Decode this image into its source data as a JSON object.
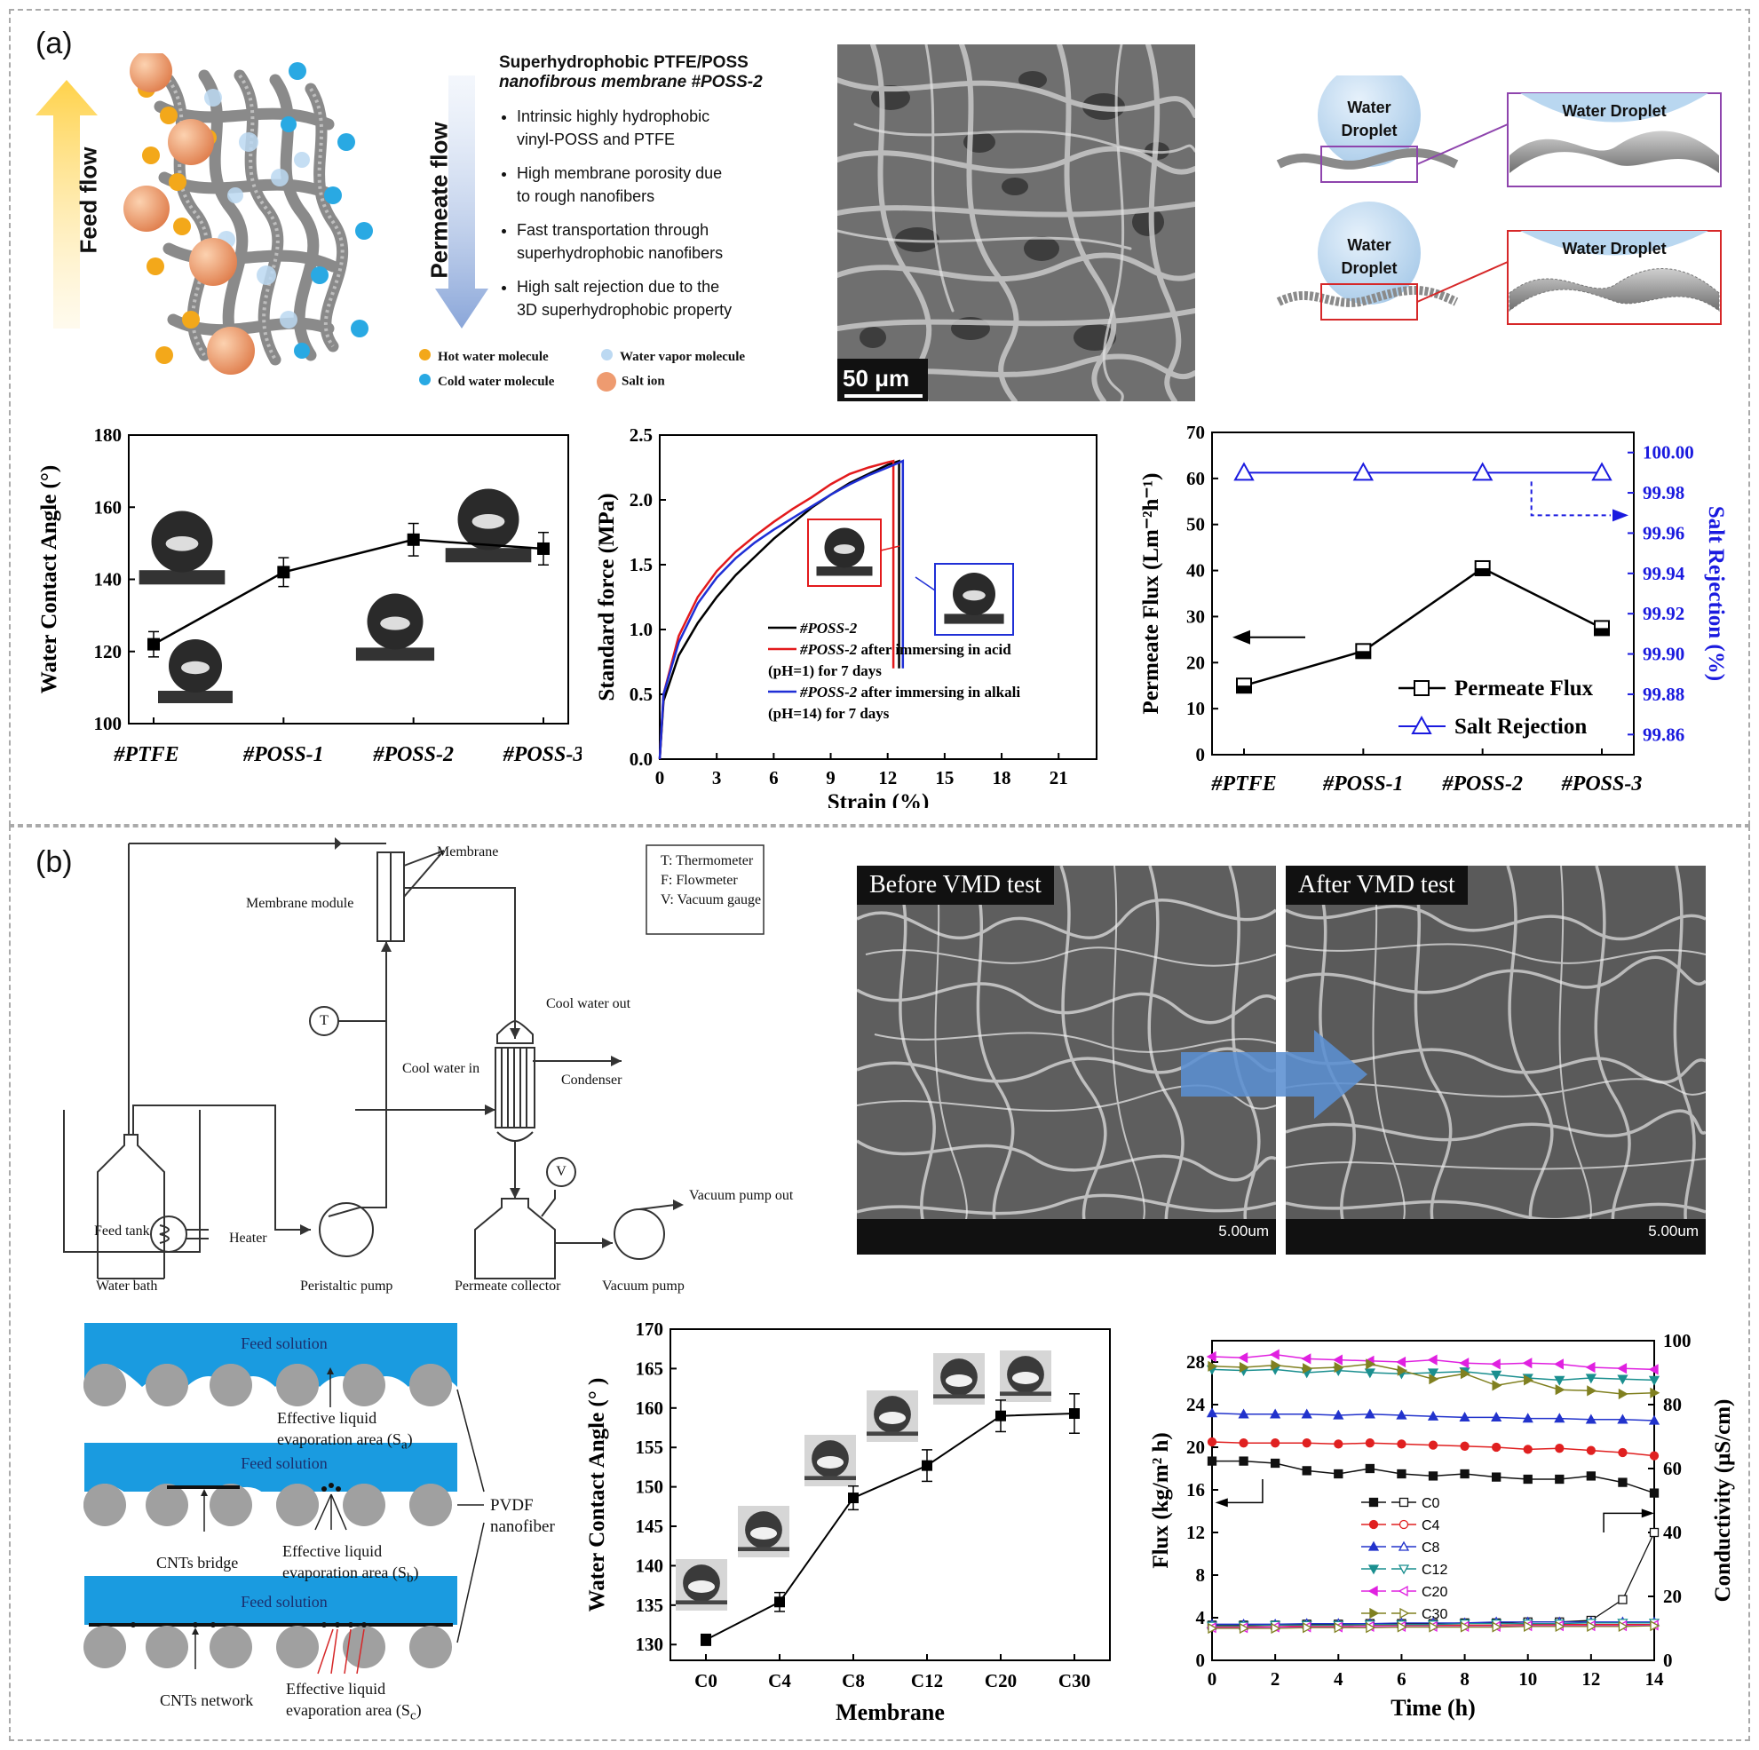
{
  "panel_a": {
    "label": "(a)",
    "feed_flow": "Feed flow",
    "permeate_flow": "Permeate flow",
    "title_line1": "Superhydrophobic PTFE/POSS",
    "title_line2": "nanofibrous membrane #POSS-2",
    "bullets": [
      [
        "Intrinsic highly hydrophobic",
        "vinyl-POSS and PTFE"
      ],
      [
        "High membrane porosity due",
        "to rough nanofibers"
      ],
      [
        "Fast transportation through",
        "superhydrophobic nanofibers"
      ],
      [
        "High salt rejection due to the",
        "3D superhydrophobic property"
      ]
    ],
    "legend": {
      "hot": "Hot water molecule",
      "vapor": "Water vapor molecule",
      "cold": "Cold water molecule",
      "salt": "Salt ion"
    },
    "sem_scale": "50 μm",
    "droplet": {
      "top_line1": "Water",
      "top_line2": "Droplet",
      "zoom": "Water Droplet"
    }
  },
  "panel_b": {
    "label": "(b)",
    "schematic": {
      "membrane": "Membrane",
      "membrane_module": "Membrane module",
      "legend_t": "T: Thermometer",
      "legend_f": "F: Flowmeter",
      "legend_v": "V: Vacuum gauge",
      "cool_out": "Cool water out",
      "cool_in": "Cool water in",
      "condenser": "Condenser",
      "t_symbol": "T",
      "v_symbol": "V",
      "vac_out": "Vacuum pump out",
      "feed_tank": "Feed tank",
      "heater": "Heater",
      "water_bath": "Water bath",
      "peristaltic": "Peristaltic pump",
      "collector": "Permeate collector",
      "vacuum_pump": "Vacuum pump"
    },
    "sem_before": "Before VMD test",
    "sem_after": "After VMD test",
    "sem_scale": "5.00um",
    "evap": {
      "feed": "Feed solution",
      "area_a_1": "Effective liquid",
      "area_a_2": "evaporation area (S",
      "sub_a": "a",
      "bridge": "CNTs bridge",
      "area_b_1": "Effective liquid",
      "area_b_2": "evaporation area (S",
      "sub_b": "b",
      "pvdf1": "PVDF",
      "pvdf2": "nanofiber",
      "network": "CNTs network",
      "area_c_1": "Effective liquid",
      "area_c_2": "evaporation area (S",
      "sub_c": "c",
      "close": ")"
    }
  },
  "chart_data": [
    {
      "id": "wca_a",
      "type": "line",
      "categories": [
        "#PTFE",
        "#POSS-1",
        "#POSS-2",
        "#POSS-3"
      ],
      "values": [
        122,
        142,
        151,
        148.5
      ],
      "errors": [
        3.5,
        4,
        4.5,
        4.5
      ],
      "ylabel": "Water Contact Angle (°)",
      "ylim": [
        100,
        180
      ],
      "yticks": [
        100,
        120,
        140,
        160,
        180
      ]
    },
    {
      "id": "stress_strain",
      "type": "line",
      "xlabel": "Strain (%)",
      "ylabel": "Standard force (MPa)",
      "xlim": [
        0,
        23
      ],
      "ylim": [
        0,
        2.5
      ],
      "xticks": [
        0,
        3,
        6,
        9,
        12,
        15,
        18,
        21
      ],
      "yticks": [
        0.0,
        0.5,
        1.0,
        1.5,
        2.0,
        2.5
      ],
      "series": [
        {
          "name": "#POSS-2",
          "color": "#000000",
          "x": [
            0,
            0.2,
            1,
            2,
            3,
            4,
            5,
            6,
            7,
            8,
            9,
            10,
            11,
            12,
            12.6,
            12.6
          ],
          "y": [
            0,
            0.45,
            0.8,
            1.05,
            1.25,
            1.42,
            1.56,
            1.7,
            1.82,
            1.94,
            2.04,
            2.13,
            2.2,
            2.27,
            2.3,
            0.7
          ]
        },
        {
          "name": "#POSS-2 after immersing in acid (pH=1) for 7 days",
          "color": "#e31a1c",
          "x": [
            0,
            0.2,
            1,
            2,
            3,
            4,
            5,
            6,
            7,
            8,
            9,
            10,
            11,
            12,
            12.3,
            12.3
          ],
          "y": [
            0,
            0.5,
            0.95,
            1.25,
            1.45,
            1.6,
            1.72,
            1.83,
            1.93,
            2.02,
            2.12,
            2.2,
            2.25,
            2.29,
            2.3,
            0.7
          ]
        },
        {
          "name": "#POSS-2 after immersing in alkali (pH=14) for 7 days",
          "color": "#1f2fd6",
          "x": [
            0,
            0.2,
            1,
            2,
            3,
            4,
            5,
            6,
            7,
            8,
            9,
            10,
            11,
            12,
            12.8,
            12.8
          ],
          "y": [
            0,
            0.5,
            0.9,
            1.2,
            1.4,
            1.55,
            1.67,
            1.77,
            1.86,
            1.95,
            2.04,
            2.12,
            2.19,
            2.25,
            2.3,
            0.7
          ]
        }
      ],
      "legend_lines": [
        {
          "italic": "#POSS-2",
          "rest": ""
        },
        {
          "italic": "#POSS-2",
          "rest": " after immersing in acid"
        },
        {
          "italic": "",
          "rest": "(pH=1) for 7 days"
        },
        {
          "italic": "#POSS-2",
          "rest": " after immersing in alkali"
        },
        {
          "italic": "",
          "rest": "(pH=14) for 7 days"
        }
      ]
    },
    {
      "id": "flux_rejection",
      "type": "line",
      "categories": [
        "#PTFE",
        "#POSS-1",
        "#POSS-2",
        "#POSS-3"
      ],
      "ylabel": "Permeate Flux (Lm⁻²h⁻¹)",
      "ylabel_right": "Salt Rejection (%)",
      "ylim": [
        0,
        70
      ],
      "yticks": [
        0,
        10,
        20,
        30,
        40,
        50,
        60,
        70
      ],
      "ylim_right": [
        99.85,
        100.01
      ],
      "yticks_right": [
        "99.86",
        "99.88",
        "99.90",
        "99.92",
        "99.94",
        "99.96",
        "99.98",
        "100.00"
      ],
      "series": [
        {
          "name": "Permeate Flux",
          "color": "#000000",
          "values": [
            15,
            22.5,
            40.5,
            27.5
          ]
        },
        {
          "name": "Salt Rejection",
          "color": "#1a1adf",
          "values": [
            99.99,
            99.99,
            99.99,
            99.99
          ]
        }
      ]
    },
    {
      "id": "wca_b",
      "type": "line",
      "categories": [
        "C0",
        "C4",
        "C8",
        "C12",
        "C20",
        "C30"
      ],
      "values": [
        130.6,
        135.4,
        148.6,
        152.7,
        159.0,
        159.3
      ],
      "errors": [
        0.7,
        1.2,
        1.5,
        2.0,
        2.0,
        2.5
      ],
      "xlabel": "Membrane",
      "ylabel": "Water Contact Angle (° )",
      "ylim": [
        128,
        170
      ],
      "yticks": [
        130,
        135,
        140,
        145,
        150,
        155,
        160,
        165,
        170
      ]
    },
    {
      "id": "flux_cond",
      "type": "line",
      "xlabel": "Time (h)",
      "ylabel": "Flux (kg/m² h)",
      "ylabel_right": "Conductivity (μS/cm)",
      "xlim": [
        0,
        14
      ],
      "ylim": [
        0,
        30
      ],
      "ylim_right": [
        0,
        100
      ],
      "xticks": [
        0,
        2,
        4,
        6,
        8,
        10,
        12,
        14
      ],
      "yticks": [
        0,
        4,
        8,
        12,
        16,
        20,
        24,
        28
      ],
      "yticks_right": [
        0,
        20,
        40,
        60,
        80,
        100
      ],
      "x": [
        0,
        1,
        2,
        3,
        4,
        5,
        6,
        7,
        8,
        9,
        10,
        11,
        12,
        13,
        14
      ],
      "series": [
        {
          "name": "C0",
          "color": "#111111",
          "flux": [
            18.7,
            18.7,
            18.5,
            17.8,
            17.5,
            18.0,
            17.5,
            17.3,
            17.5,
            17.2,
            17.0,
            17.0,
            17.3,
            16.7,
            15.7
          ],
          "cond": [
            11,
            11,
            11,
            11.3,
            11.3,
            11.5,
            11.5,
            11.5,
            11.7,
            11.7,
            12,
            12,
            12.5,
            19,
            40
          ]
        },
        {
          "name": "C4",
          "color": "#e02020",
          "flux": [
            20.5,
            20.4,
            20.4,
            20.4,
            20.3,
            20.4,
            20.3,
            20.2,
            20.1,
            20.0,
            19.8,
            19.9,
            19.7,
            19.5,
            19.2
          ],
          "cond": [
            10.5,
            10.5,
            10.5,
            10.8,
            10.8,
            11,
            11,
            11,
            11,
            11,
            11.2,
            11.2,
            11.2,
            11.2,
            11.2
          ]
        },
        {
          "name": "C8",
          "color": "#2233cc",
          "flux": [
            23.2,
            23.1,
            23.1,
            23.1,
            23.0,
            23.1,
            23.0,
            22.9,
            22.8,
            22.8,
            22.7,
            22.7,
            22.6,
            22.6,
            22.5
          ],
          "cond": [
            11.3,
            11.3,
            11.3,
            11.5,
            11.5,
            11.5,
            11.7,
            11.7,
            11.7,
            12,
            12,
            12,
            12,
            12,
            12
          ]
        },
        {
          "name": "C12",
          "color": "#1a8f8f",
          "flux": [
            27.3,
            27.2,
            27.3,
            27.0,
            27.2,
            27.0,
            26.9,
            27.0,
            27.1,
            26.8,
            26.5,
            26.3,
            26.5,
            26.4,
            26.3
          ],
          "cond": [
            10.8,
            10.8,
            11,
            11,
            11,
            11.2,
            11.2,
            11.2,
            11.5,
            11.5,
            11.5,
            11.5,
            11.7,
            11.7,
            11.7
          ]
        },
        {
          "name": "C20",
          "color": "#e020e0",
          "flux": [
            28.5,
            28.4,
            28.7,
            28.3,
            28.2,
            28.1,
            28.0,
            28.2,
            27.9,
            27.8,
            27.9,
            27.8,
            27.5,
            27.4,
            27.3
          ],
          "cond": [
            10.2,
            10.2,
            10.4,
            10.4,
            10.4,
            10.6,
            10.6,
            10.6,
            10.6,
            10.6,
            10.8,
            10.8,
            10.8,
            10.8,
            11
          ]
        },
        {
          "name": "C30",
          "color": "#808020",
          "flux": [
            27.6,
            27.5,
            27.7,
            27.4,
            27.5,
            27.8,
            27.2,
            26.4,
            26.9,
            25.8,
            26.3,
            25.4,
            25.3,
            25.0,
            25.1
          ],
          "cond": [
            10,
            10,
            10,
            10.2,
            10.2,
            10.2,
            10.4,
            10.4,
            10.4,
            10.4,
            10.6,
            10.6,
            10.6,
            10.6,
            10.8
          ]
        }
      ]
    }
  ]
}
